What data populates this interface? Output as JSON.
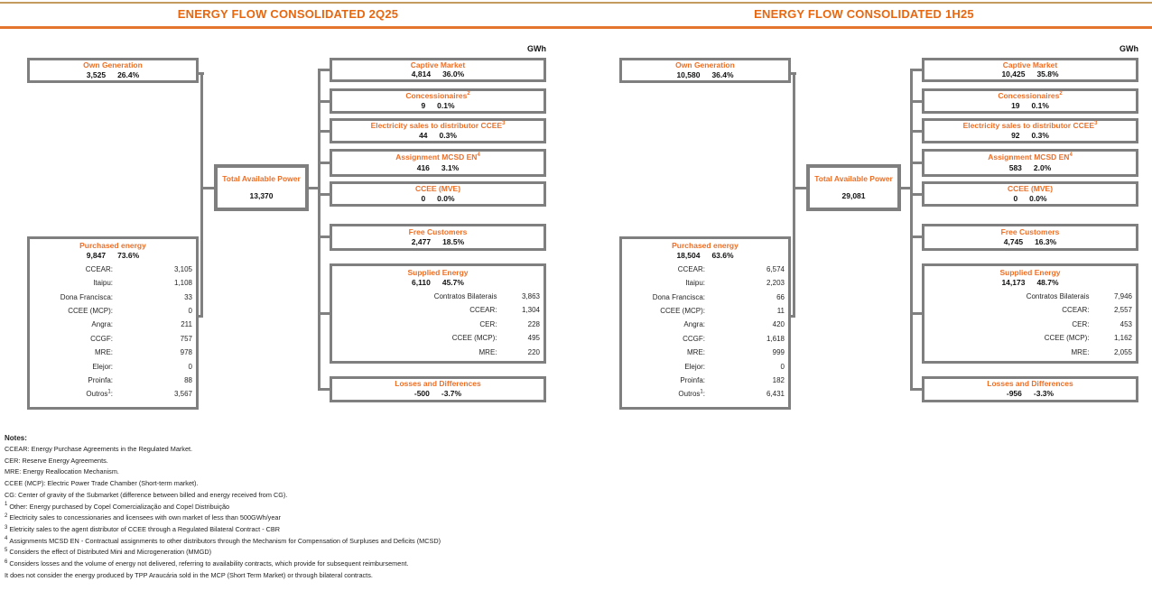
{
  "colors": {
    "accent_orange": "#ed6f26",
    "header_orange": "#e8670e",
    "rule_orange": "#e3752c",
    "rule_tan": "#c49a5e",
    "line_gray": "#808080",
    "border_gray": "#7f7f7f"
  },
  "headers": {
    "left": "ENERGY FLOW CONSOLIDATED 2Q25",
    "right": "ENERGY FLOW CONSOLIDATED 1H25"
  },
  "diagrams": [
    {
      "unit": "GWh",
      "own_generation": {
        "title": "Own Generation",
        "value": "3,525",
        "pct": "26.4%"
      },
      "purchased": {
        "title": "Purchased energy",
        "value": "9,847",
        "pct": "73.6%",
        "rows": [
          {
            "label": "CCEAR:",
            "value": "3,105"
          },
          {
            "label": "Itaipu:",
            "value": "1,108"
          },
          {
            "label": "Dona Francisca:",
            "value": "33"
          },
          {
            "label": "CCEE (MCP):",
            "value": "0"
          },
          {
            "label": "Angra:",
            "value": "211"
          },
          {
            "label": "CCGF:",
            "value": "757"
          },
          {
            "label": "MRE:",
            "value": "978"
          },
          {
            "label": "Elejor:",
            "value": "0"
          },
          {
            "label": "Proinfa:",
            "value": "88"
          },
          {
            "label": "Outros",
            "label_sup": "1",
            "label_suffix": ":",
            "value": "3,567"
          }
        ]
      },
      "total_available": {
        "title": "Total Available Power",
        "value": "13,370"
      },
      "captive": {
        "title": "Captive Market",
        "sup": "",
        "value": "4,814",
        "pct": "36.0%"
      },
      "concessionaires": {
        "title": "Concessionaires",
        "sup": "2",
        "value": "9",
        "pct": "0.1%"
      },
      "electricity_sales": {
        "title": "Electricity sales to distributor CCEE",
        "sup": "3",
        "value": "44",
        "pct": "0.3%"
      },
      "assignment": {
        "title": "Assignment MCSD EN",
        "sup": "4",
        "value": "416",
        "pct": "3.1%"
      },
      "ccee_mve": {
        "title": "CCEE (MVE)",
        "sup": "",
        "value": "0",
        "pct": "0.0%"
      },
      "free_customers": {
        "title": "Free Customers",
        "sup": "",
        "value": "2,477",
        "pct": "18.5%"
      },
      "supplied": {
        "title": "Supplied Energy",
        "value": "6,110",
        "pct": "45.7%",
        "rows": [
          {
            "label": "Contratos Bilaterais",
            "value": "3,863"
          },
          {
            "label": "CCEAR:",
            "value": "1,304"
          },
          {
            "label": "CER:",
            "value": "228"
          },
          {
            "label": "CCEE (MCP):",
            "value": "495"
          },
          {
            "label": "MRE:",
            "value": "220"
          }
        ]
      },
      "losses": {
        "title": "Losses and Differences",
        "sup": "",
        "value": "-500",
        "pct": "-3.7%"
      }
    },
    {
      "unit": "GWh",
      "own_generation": {
        "title": "Own Generation",
        "value": "10,580",
        "pct": "36.4%"
      },
      "purchased": {
        "title": "Purchased energy",
        "value": "18,504",
        "pct": "63.6%",
        "rows": [
          {
            "label": "CCEAR:",
            "value": "6,574"
          },
          {
            "label": "Itaipu:",
            "value": "2,203"
          },
          {
            "label": "Dona Francisca:",
            "value": "66"
          },
          {
            "label": "CCEE (MCP):",
            "value": "11"
          },
          {
            "label": "Angra:",
            "value": "420"
          },
          {
            "label": "CCGF:",
            "value": "1,618"
          },
          {
            "label": "MRE:",
            "value": "999"
          },
          {
            "label": "Elejor:",
            "value": "0"
          },
          {
            "label": "Proinfa:",
            "value": "182"
          },
          {
            "label": "Outros",
            "label_sup": "1",
            "label_suffix": ":",
            "value": "6,431"
          }
        ]
      },
      "total_available": {
        "title": "Total Available Power",
        "value": "29,081"
      },
      "captive": {
        "title": "Captive Market",
        "sup": "",
        "value": "10,425",
        "pct": "35.8%"
      },
      "concessionaires": {
        "title": "Concessionaires",
        "sup": "2",
        "value": "19",
        "pct": "0.1%"
      },
      "electricity_sales": {
        "title": "Electricity sales to distributor CCEE",
        "sup": "3",
        "value": "92",
        "pct": "0.3%"
      },
      "assignment": {
        "title": "Assignment MCSD EN",
        "sup": "4",
        "value": "583",
        "pct": "2.0%"
      },
      "ccee_mve": {
        "title": "CCEE (MVE)",
        "sup": "",
        "value": "0",
        "pct": "0.0%"
      },
      "free_customers": {
        "title": "Free Customers",
        "sup": "",
        "value": "4,745",
        "pct": "16.3%"
      },
      "supplied": {
        "title": "Supplied Energy",
        "value": "14,173",
        "pct": "48.7%",
        "rows": [
          {
            "label": "Contratos Bilaterais",
            "value": "7,946"
          },
          {
            "label": "CCEAR:",
            "value": "2,557"
          },
          {
            "label": "CER:",
            "value": "453"
          },
          {
            "label": "CCEE (MCP):",
            "value": "1,162"
          },
          {
            "label": "MRE:",
            "value": "2,055"
          }
        ]
      },
      "losses": {
        "title": "Losses and Differences",
        "sup": "",
        "value": "-956",
        "pct": "-3.3%"
      }
    }
  ],
  "notes": {
    "heading": "Notes:",
    "lines": [
      {
        "sup": "",
        "text": "CCEAR: Energy Purchase Agreements in the Regulated Market."
      },
      {
        "sup": "",
        "text": "CER: Reserve Energy Agreements."
      },
      {
        "sup": "",
        "text": "MRE: Energy Reallocation Mechanism."
      },
      {
        "sup": "",
        "text": "CCEE (MCP): Electric Power Trade Chamber (Short-term market)."
      },
      {
        "sup": "",
        "text": "CG: Center of gravity of the Submarket (difference between billed and energy received from CG)."
      },
      {
        "sup": "1",
        "text": "Other: Energy purchased by Copel Comercialização and Copel Distribuição"
      },
      {
        "sup": "2",
        "text": "Electricity sales to concessionaries and licensees with own market of less than 500GWh/year"
      },
      {
        "sup": "3",
        "text": "Eletricity sales to the agent distributor of CCEE through a Regulated Bilateral Contract - CBR"
      },
      {
        "sup": "4",
        "text": "Assignments MCSD EN - Contractual assignments to other distributors through the Mechanism for Compensation of Surpluses and Deficits (MCSD)"
      },
      {
        "sup": "5",
        "text": "Considers the effect of Distributed Mini and Microgeneration (MMGD)"
      },
      {
        "sup": "6",
        "text": "Considers losses and the volume of energy not delivered, referring to availability contracts, which provide for subsequent reimbursement."
      },
      {
        "sup": "",
        "text": "It does not consider the energy produced by TPP Araucária sold in the MCP (Short Term Market) or through bilateral contracts."
      }
    ]
  }
}
